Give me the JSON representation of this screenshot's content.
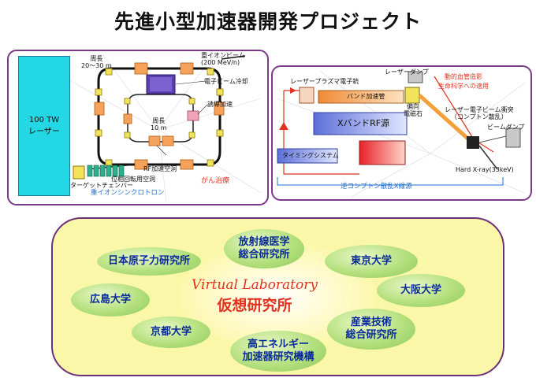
{
  "title": "先進小型加速器開発プロジェクト",
  "left_panel": {
    "laser": "100 TW\nレーザー",
    "circumference_outer": "周長\n20～30 m",
    "heavy_ion_beam": "重イオンビーム\n(200 MeV/n)",
    "electron_cooling": "電子ビーム冷却",
    "induction_accel": "誘導加速",
    "circumference_inner": "周長\n10 m",
    "rf_cavity": "RF加速空洞",
    "phase_rotation": "位相回転用空洞",
    "target_chamber": "ターゲットチェンバー",
    "cancer_therapy": "がん治療",
    "synchrotron": "重イオンシンクロトロン"
  },
  "right_panel": {
    "laser_plasma_gun": "レーザープラズマ電子銃",
    "beam_dump_top": "レーザーダンプ",
    "angiography": "動的血管造影",
    "life_science": "生命科学への適用",
    "band_tube": "バンド加速管",
    "deflection_magnet": "偏向\n電磁石",
    "collision": "レーザー電子ビーム衝突\n（コンプトン散乱）",
    "xband_rf": "XバンドRF源",
    "beam_dump": "ビームダンプ",
    "timing_system": "タイミングシステム",
    "hard_xray": "Hard  X-ray(33keV)",
    "compton_xray": "逆コンプトン散乱X線源"
  },
  "virtual_lab": {
    "title_en": "Virtual Laboratory",
    "title_ja": "仮想研究所",
    "members": [
      "放射線医学\n総合研究所",
      "日本原子力研究所",
      "東京大学",
      "広島大学",
      "大阪大学",
      "京都大学",
      "産業技術\n総合研究所",
      "高エネルギー\n加速器研究機構"
    ]
  },
  "colors": {
    "frame": "#7a3a86",
    "laser_box": "#23d7e4",
    "accent_red": "#e0321e",
    "accent_blue": "#1f6fd1",
    "ellipse_green": "#a9d973",
    "ellipse_text": "#0a2c9a",
    "cloud_yellow": "#fbf7a8"
  }
}
